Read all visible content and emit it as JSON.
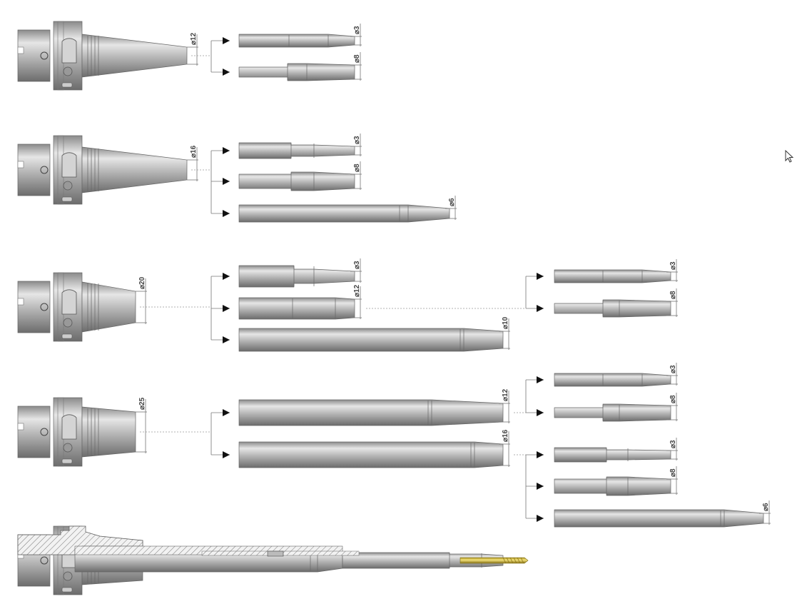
{
  "diagram": {
    "title": "Shrink-fit tool holder extension system",
    "rows": [
      {
        "holder_label": "⌀12",
        "tools": [
          "⌀3",
          "⌀8"
        ]
      },
      {
        "holder_label": "⌀16",
        "tools": [
          "⌀3",
          "⌀8",
          "⌀6"
        ]
      },
      {
        "holder_label": "⌀20",
        "tools": [
          "⌀3",
          "⌀12",
          "⌀10"
        ],
        "sub_tools": [
          "⌀3",
          "⌀8"
        ]
      },
      {
        "holder_label": "⌀25",
        "tools": [
          "⌀12",
          "⌀16"
        ],
        "sub_tools_a": [
          "⌀3",
          "⌀8"
        ],
        "sub_tools_b": [
          "⌀3",
          "⌀8",
          "⌀6"
        ]
      }
    ],
    "colors": {
      "metal_light": "#e6e6e6",
      "metal_mid": "#a8a8a8",
      "metal_dark": "#6c6c6c",
      "drill": "#d8c23a"
    }
  }
}
